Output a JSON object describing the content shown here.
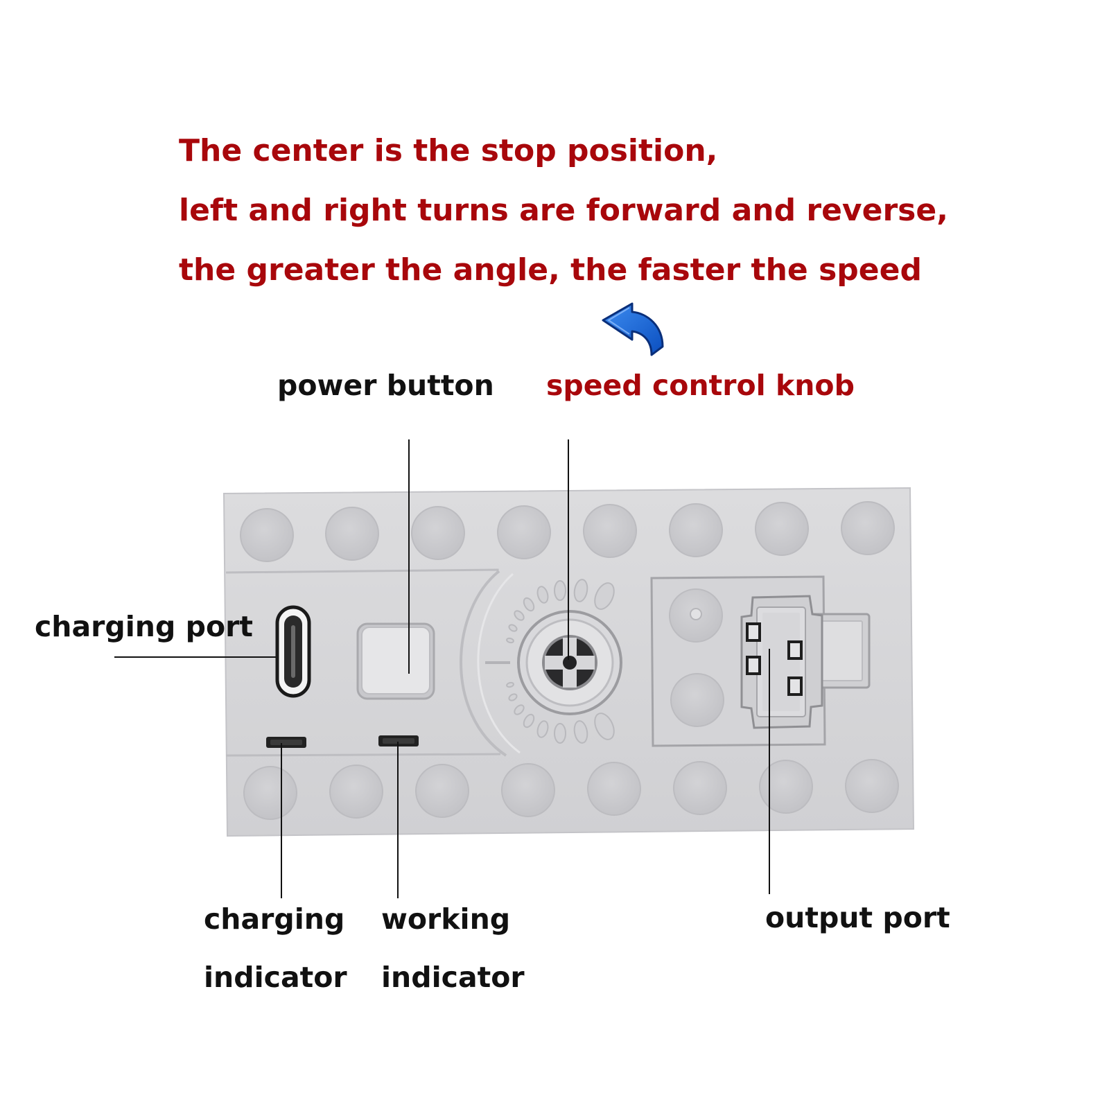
{
  "instructions": {
    "line_1": "The center is the stop position,",
    "line_2": "left and right turns are forward and reverse,",
    "line_3": "the greater the angle, the faster the speed"
  },
  "labels": {
    "power_button": "power button",
    "speed_control_knob": "speed control knob",
    "charging_port": "charging port",
    "charging_indicator_line_1": "charging",
    "charging_indicator_line_2": "indicator",
    "working_indicator_line_1": "working",
    "working_indicator_line_2": "indicator",
    "output_port": "output port"
  },
  "colors": {
    "instruction_text": "#a8070b",
    "knob_label": "#a8070b",
    "label_text": "#111111",
    "arrow": "#1565d8",
    "plate": "#d6d6d8",
    "stud": "#cacacd",
    "leader_line": "#111111"
  },
  "icons": {
    "pointer": "curved-arrow-icon"
  }
}
